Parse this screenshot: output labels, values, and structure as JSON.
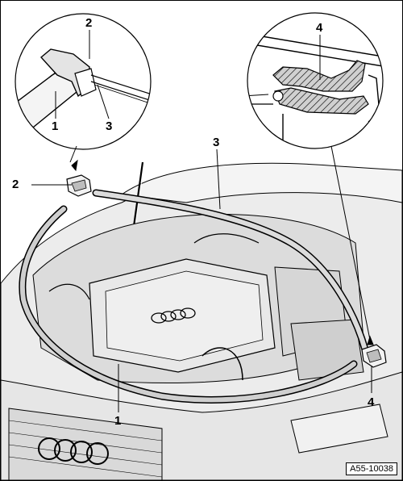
{
  "figure_id": "A55-10038",
  "callouts": {
    "c1_detail": "1",
    "c2_detail": "2",
    "c3_detail": "3",
    "c4_detail": "4",
    "c2_main": "2",
    "c3_main": "3",
    "c1_main": "1",
    "c4_main": "4"
  },
  "colors": {
    "line": "#000000",
    "seal": "#d8d8d8",
    "engine": "#e2e2e2",
    "background": "#ffffff"
  }
}
